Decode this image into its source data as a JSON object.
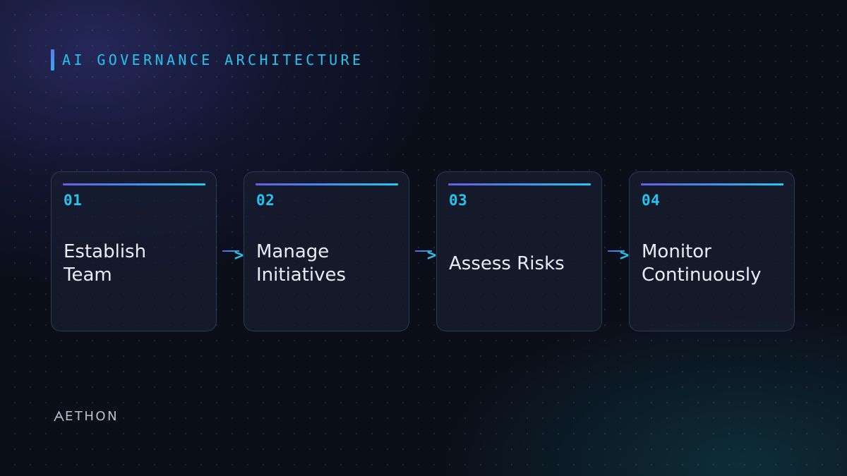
{
  "header": {
    "title": "AI GOVERNANCE ARCHITECTURE"
  },
  "steps": [
    {
      "number": "01",
      "title": "Establish\nTeam"
    },
    {
      "number": "02",
      "title": "Manage\nInitiatives"
    },
    {
      "number": "03",
      "title": "Assess Risks"
    },
    {
      "number": "04",
      "title": "Monitor\nContinuously"
    }
  ],
  "connectors": [
    {
      "symbol": ">"
    },
    {
      "symbol": ">"
    },
    {
      "symbol": ">"
    }
  ],
  "brand": {
    "logo_text": "AETHON",
    "logo_suffix": "ETHON"
  },
  "colors": {
    "accent": "#27c3ee",
    "accent_gradient_start": "#6a5ce8",
    "background": "#0b0f1a",
    "card_text": "#e9ecf3"
  },
  "icons": {
    "connector": "chevron-right-arrow",
    "logo_mark": "triangle-delta-logo"
  }
}
